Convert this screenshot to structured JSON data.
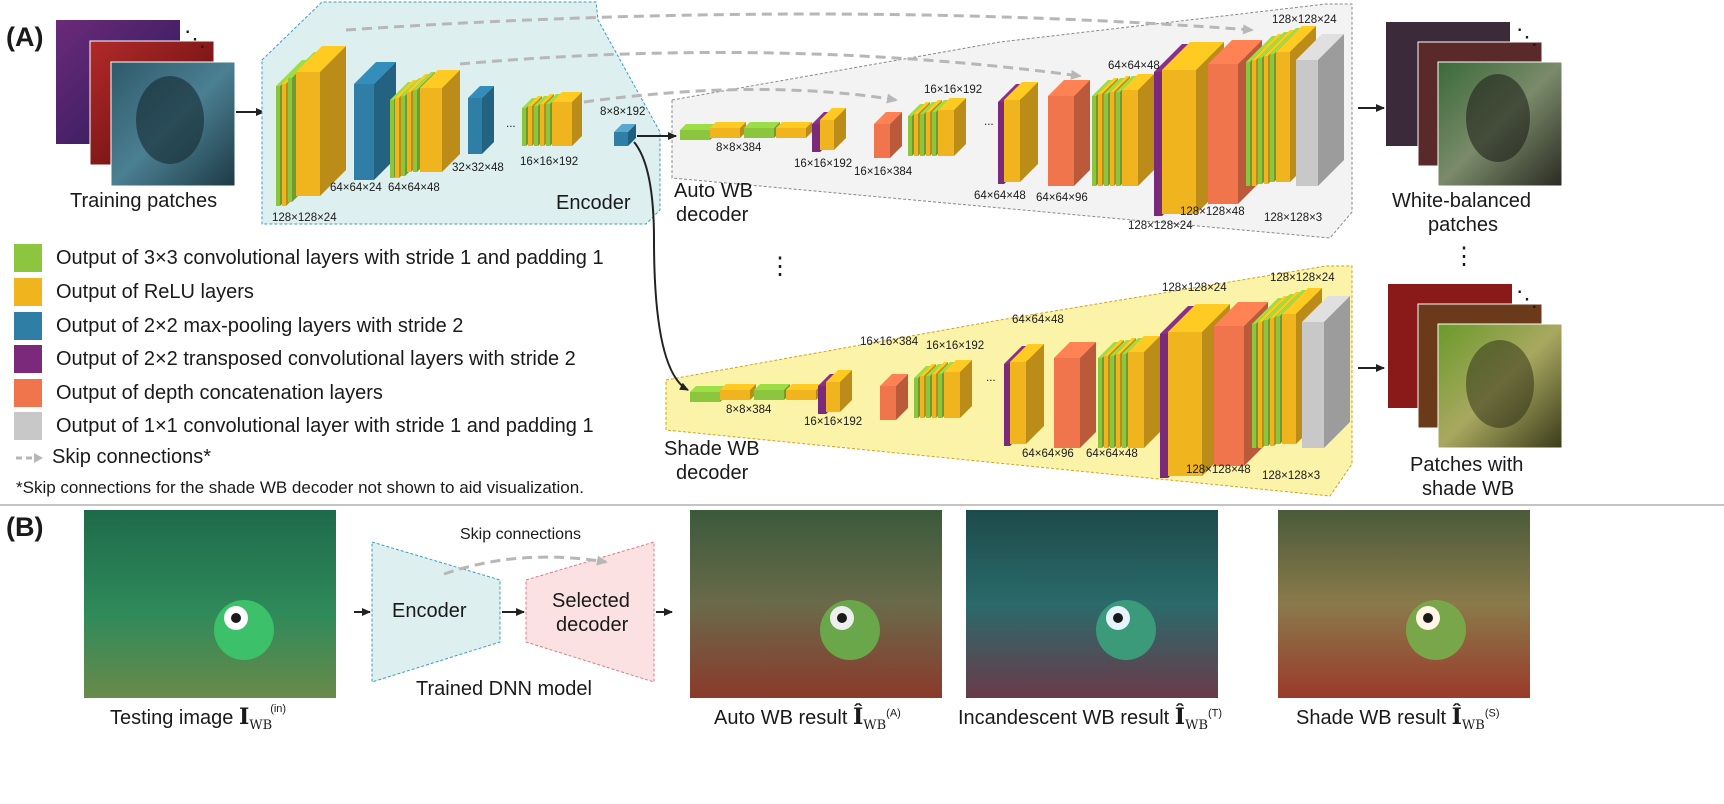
{
  "panels": {
    "a": "(A)",
    "b": "(B)"
  },
  "colors": {
    "conv3x3": "#8cc63f",
    "relu": "#f0b41e",
    "maxpool": "#2e7ea6",
    "tconv": "#7b2a7b",
    "concat": "#f0744c",
    "conv1x1": "#c8c8c8",
    "encoder_bg": "#ddf0ef",
    "encoder_border": "#3a9bc8",
    "auto_bg": "#f3f3f3",
    "shade_bg": "#fbf3a8",
    "shade_border": "#d6a21e",
    "skip": "#b7b7b7",
    "selected_decoder_bg": "#fbe1e1",
    "selected_decoder_border": "#e07a8a"
  },
  "section_a": {
    "training_patches": "Training patches",
    "encoder": "Encoder",
    "auto_decoder_line1": "Auto WB",
    "auto_decoder_line2": "decoder",
    "shade_decoder_line1": "Shade WB",
    "shade_decoder_line2": "decoder",
    "wb_patches_line1": "White-balanced",
    "wb_patches_line2": "patches",
    "shade_patches_line1": "Patches with",
    "shade_patches_line2": "shade WB",
    "encoder_dims": {
      "d1": "128×128×24",
      "d2": "64×64×24",
      "d3": "64×64×48",
      "d4": "32×32×48",
      "d5": "16×16×192",
      "d6": "8×8×192"
    },
    "auto_dims": {
      "d1": "8×8×384",
      "d2": "16×16×192",
      "d3": "16×16×384",
      "d4": "16×16×192",
      "d5": "64×64×48",
      "d6": "64×64×48",
      "d7": "64×64×96",
      "d8": "128×128×24",
      "d9": "128×128×48",
      "d10": "128×128×3",
      "d11": "128×128×24"
    },
    "shade_dims": {
      "d1": "8×8×384",
      "d2": "16×16×192",
      "d3": "16×16×384",
      "d4": "16×16×192",
      "d5": "64×64×48",
      "d6": "64×64×96",
      "d7": "64×64×48",
      "d8": "128×128×24",
      "d9": "128×128×48",
      "d10": "128×128×24",
      "d11": "128×128×3"
    },
    "ellipsis": "...",
    "vdots": "⋮",
    "stack_dots": "⋱"
  },
  "legend": {
    "items": [
      {
        "key": "conv3x3",
        "text": "Output of 3×3 convolutional layers with stride 1 and padding 1"
      },
      {
        "key": "relu",
        "text": "Output of ReLU layers"
      },
      {
        "key": "maxpool",
        "text": "Output of 2×2 max-pooling layers with stride 2"
      },
      {
        "key": "tconv",
        "text": "Output of 2×2 transposed convolutional layers with stride 2"
      },
      {
        "key": "concat",
        "text": "Output of depth concatenation layers"
      },
      {
        "key": "conv1x1",
        "text": "Output of 1×1 convolutional layer with stride 1 and padding 1"
      }
    ],
    "skip_label": "Skip connections*",
    "footnote": "*Skip connections for the shade WB decoder not shown to aid visualization."
  },
  "section_b": {
    "skip_connections": "Skip connections",
    "encoder": "Encoder",
    "selected_line1": "Selected",
    "selected_line2": "decoder",
    "trained_model": "Trained DNN model",
    "testing_image": {
      "text": "Testing image ",
      "symbol": "I",
      "sub": "WB",
      "sup": "(in)"
    },
    "auto_result": {
      "text": "Auto WB result ",
      "symbol": "Î",
      "sub": "WB",
      "sup": "(A)"
    },
    "incandescent_result": {
      "text": "Incandescent WB result ",
      "symbol": "Î",
      "sub": "WB",
      "sup": "(T)"
    },
    "shade_result": {
      "text": "Shade WB result ",
      "symbol": "Î",
      "sub": "WB",
      "sup": "(S)"
    }
  }
}
